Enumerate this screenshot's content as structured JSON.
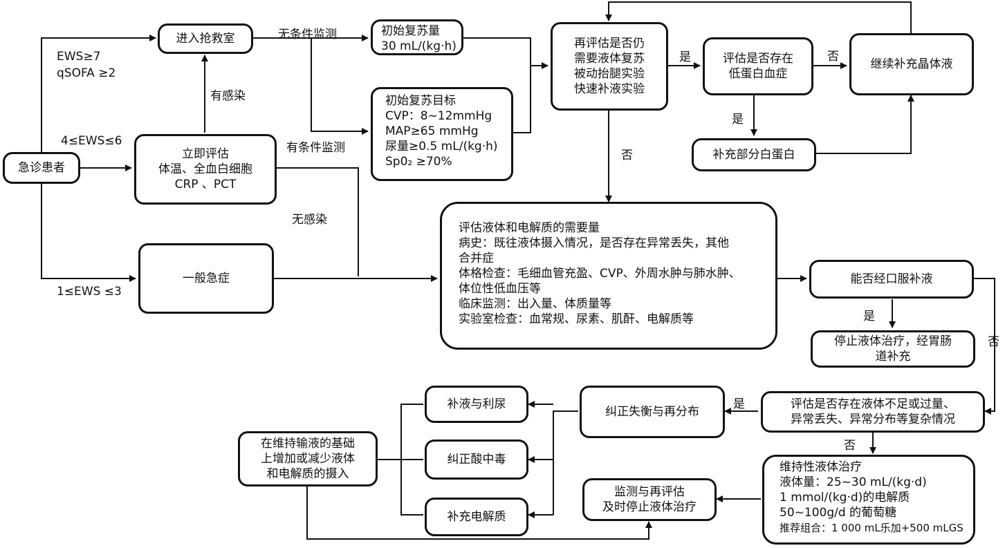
{
  "nodes": {
    "patient": "急诊患者",
    "rescue_room": "进入抢救室",
    "immediate_assess": [
      "立即评估",
      "体温、全血白细胞",
      "CRP 、PCT"
    ],
    "general_emergency": "一般急症",
    "initial_volume": [
      "初始复苏量",
      "30 mL/(kg·h)"
    ],
    "initial_target": [
      "初始复苏目标",
      "CVP：8~12mmHg",
      "MAP≥65 mmHg",
      "尿量≥0.5 mL/(kg·h)",
      "Sp0₂ ≥70%"
    ],
    "reassess": [
      "再评估是否仍",
      "需要液体复苏",
      "被动抬腿实验",
      "快速补液实验"
    ],
    "hypoalbuminemia": [
      "评估是否存在",
      "低蛋白血症"
    ],
    "continue_crystalloid": "继续补充晶体液",
    "supplement_albumin": "补充部分白蛋白",
    "fluid_needs": [
      "评估液体和电解质的需要量",
      "病史：既往液体摄入情况，是否存在异常丢失，其他",
      "合并症",
      "体格检查：毛细血管充盈、CVP、外周水肿与肺水肿、",
      "体位性低血压等",
      "临床监测：出入量、体质量等",
      "实验室检查：血常规、尿素、肌酐、电解质等"
    ],
    "oral_possible": "能否经口服补液",
    "stop_therapy": [
      "停止液体治疗，经胃肠",
      "道补充"
    ],
    "complex_assess": [
      "评估是否存在液体不足或过量、",
      "异常丢失、异常分布等复杂情况"
    ],
    "correct_redistribute": "纠正失衡与再分布",
    "fluid_diuresis": "补液与利尿",
    "correct_acidosis": "纠正酸中毒",
    "supplement_electrolytes": "补充电解质",
    "adjust_intake": [
      "在维持输液的基础",
      "上增加或减少液体",
      "和电解质的摄入"
    ],
    "maintenance": [
      "维持性液体治疗",
      "液体量：25~30 mL/(kg·d)",
      "1 mmol/(kg·d)的电解质",
      "50~100g/d 的葡萄糖",
      "推荐组合：1 000 mL乐加+500 mLGS"
    ],
    "monitor": [
      "监测与再评估",
      "及时停止液体治疗"
    ]
  },
  "labels": {
    "ews_high": "EWS≥7",
    "qsofa": "qSOFA ≥2",
    "ews_mid": "4≤EWS≤6",
    "ews_low": "1≤EWS ≤3",
    "infected": "有感染",
    "uninfected": "无感染",
    "no_condition_monitor": "无条件监测",
    "with_condition_monitor": "有条件监测",
    "yes": "是",
    "no": "否"
  }
}
